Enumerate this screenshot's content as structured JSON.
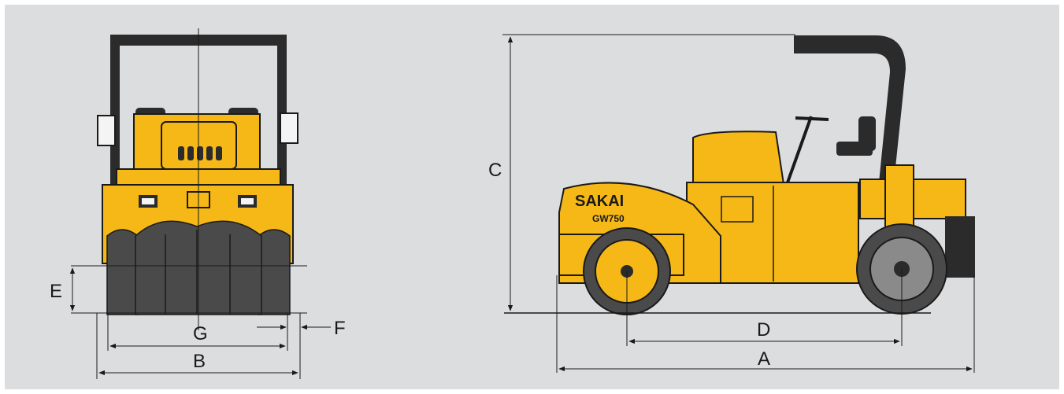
{
  "colors": {
    "background": "#dcdddf",
    "machine_yellow": "#f6b817",
    "machine_dark": "#2b2b2b",
    "tire": "#4a4a4a",
    "line": "#1a1a1a",
    "white": "#f4f4f4"
  },
  "icons": [
    "canopy",
    "tires",
    "drum",
    "seat",
    "steering-wheel",
    "mirror",
    "headlight"
  ],
  "labels": {
    "A": "A",
    "B": "B",
    "C": "C",
    "D": "D",
    "E": "E",
    "F": "F",
    "G": "G"
  },
  "logo": {
    "brand": "SAKAI",
    "model": "GW750"
  }
}
